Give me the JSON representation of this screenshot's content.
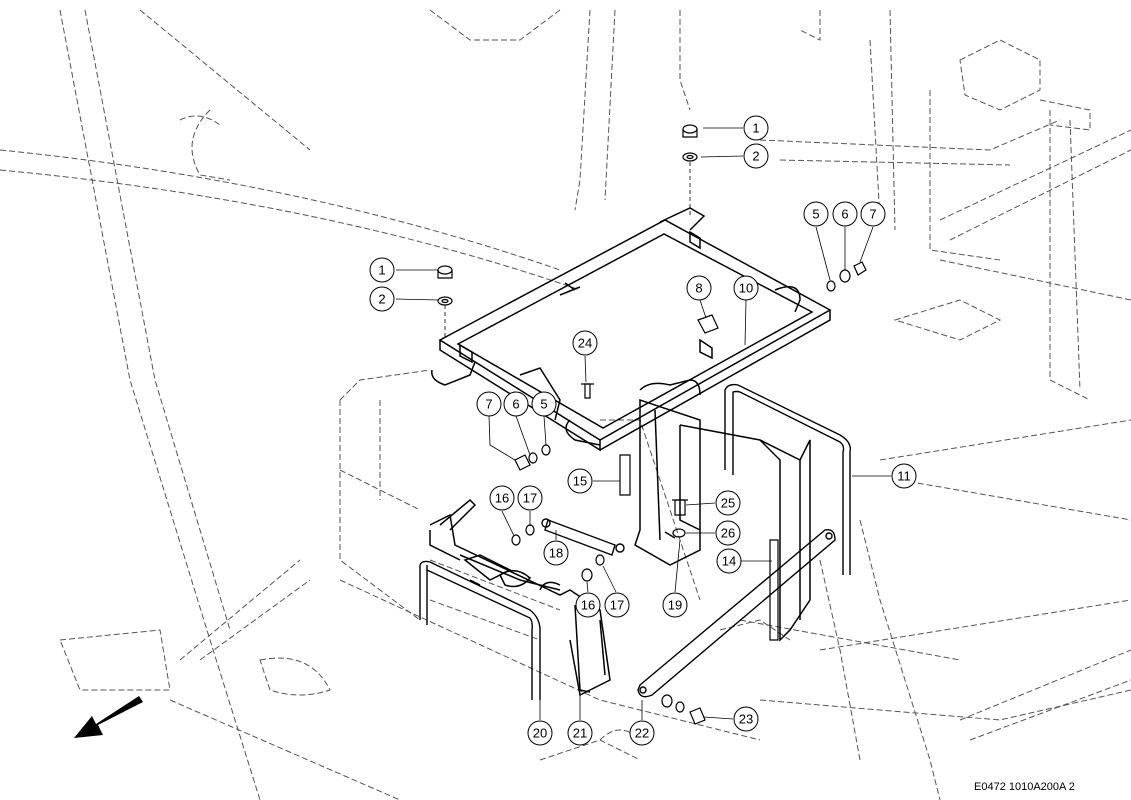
{
  "document_code": "E0472 1010A200A 2",
  "direction_arrow": "front-direction-arrow",
  "callouts": [
    {
      "label": "1"
    },
    {
      "label": "2"
    },
    {
      "label": "1"
    },
    {
      "label": "2"
    },
    {
      "label": "5"
    },
    {
      "label": "6"
    },
    {
      "label": "7"
    },
    {
      "label": "8"
    },
    {
      "label": "10"
    },
    {
      "label": "24"
    },
    {
      "label": "7"
    },
    {
      "label": "6"
    },
    {
      "label": "5"
    },
    {
      "label": "15"
    },
    {
      "label": "11"
    },
    {
      "label": "16"
    },
    {
      "label": "17"
    },
    {
      "label": "25"
    },
    {
      "label": "26"
    },
    {
      "label": "18"
    },
    {
      "label": "14"
    },
    {
      "label": "16"
    },
    {
      "label": "17"
    },
    {
      "label": "19"
    },
    {
      "label": "20"
    },
    {
      "label": "21"
    },
    {
      "label": "22"
    },
    {
      "label": "23"
    }
  ]
}
